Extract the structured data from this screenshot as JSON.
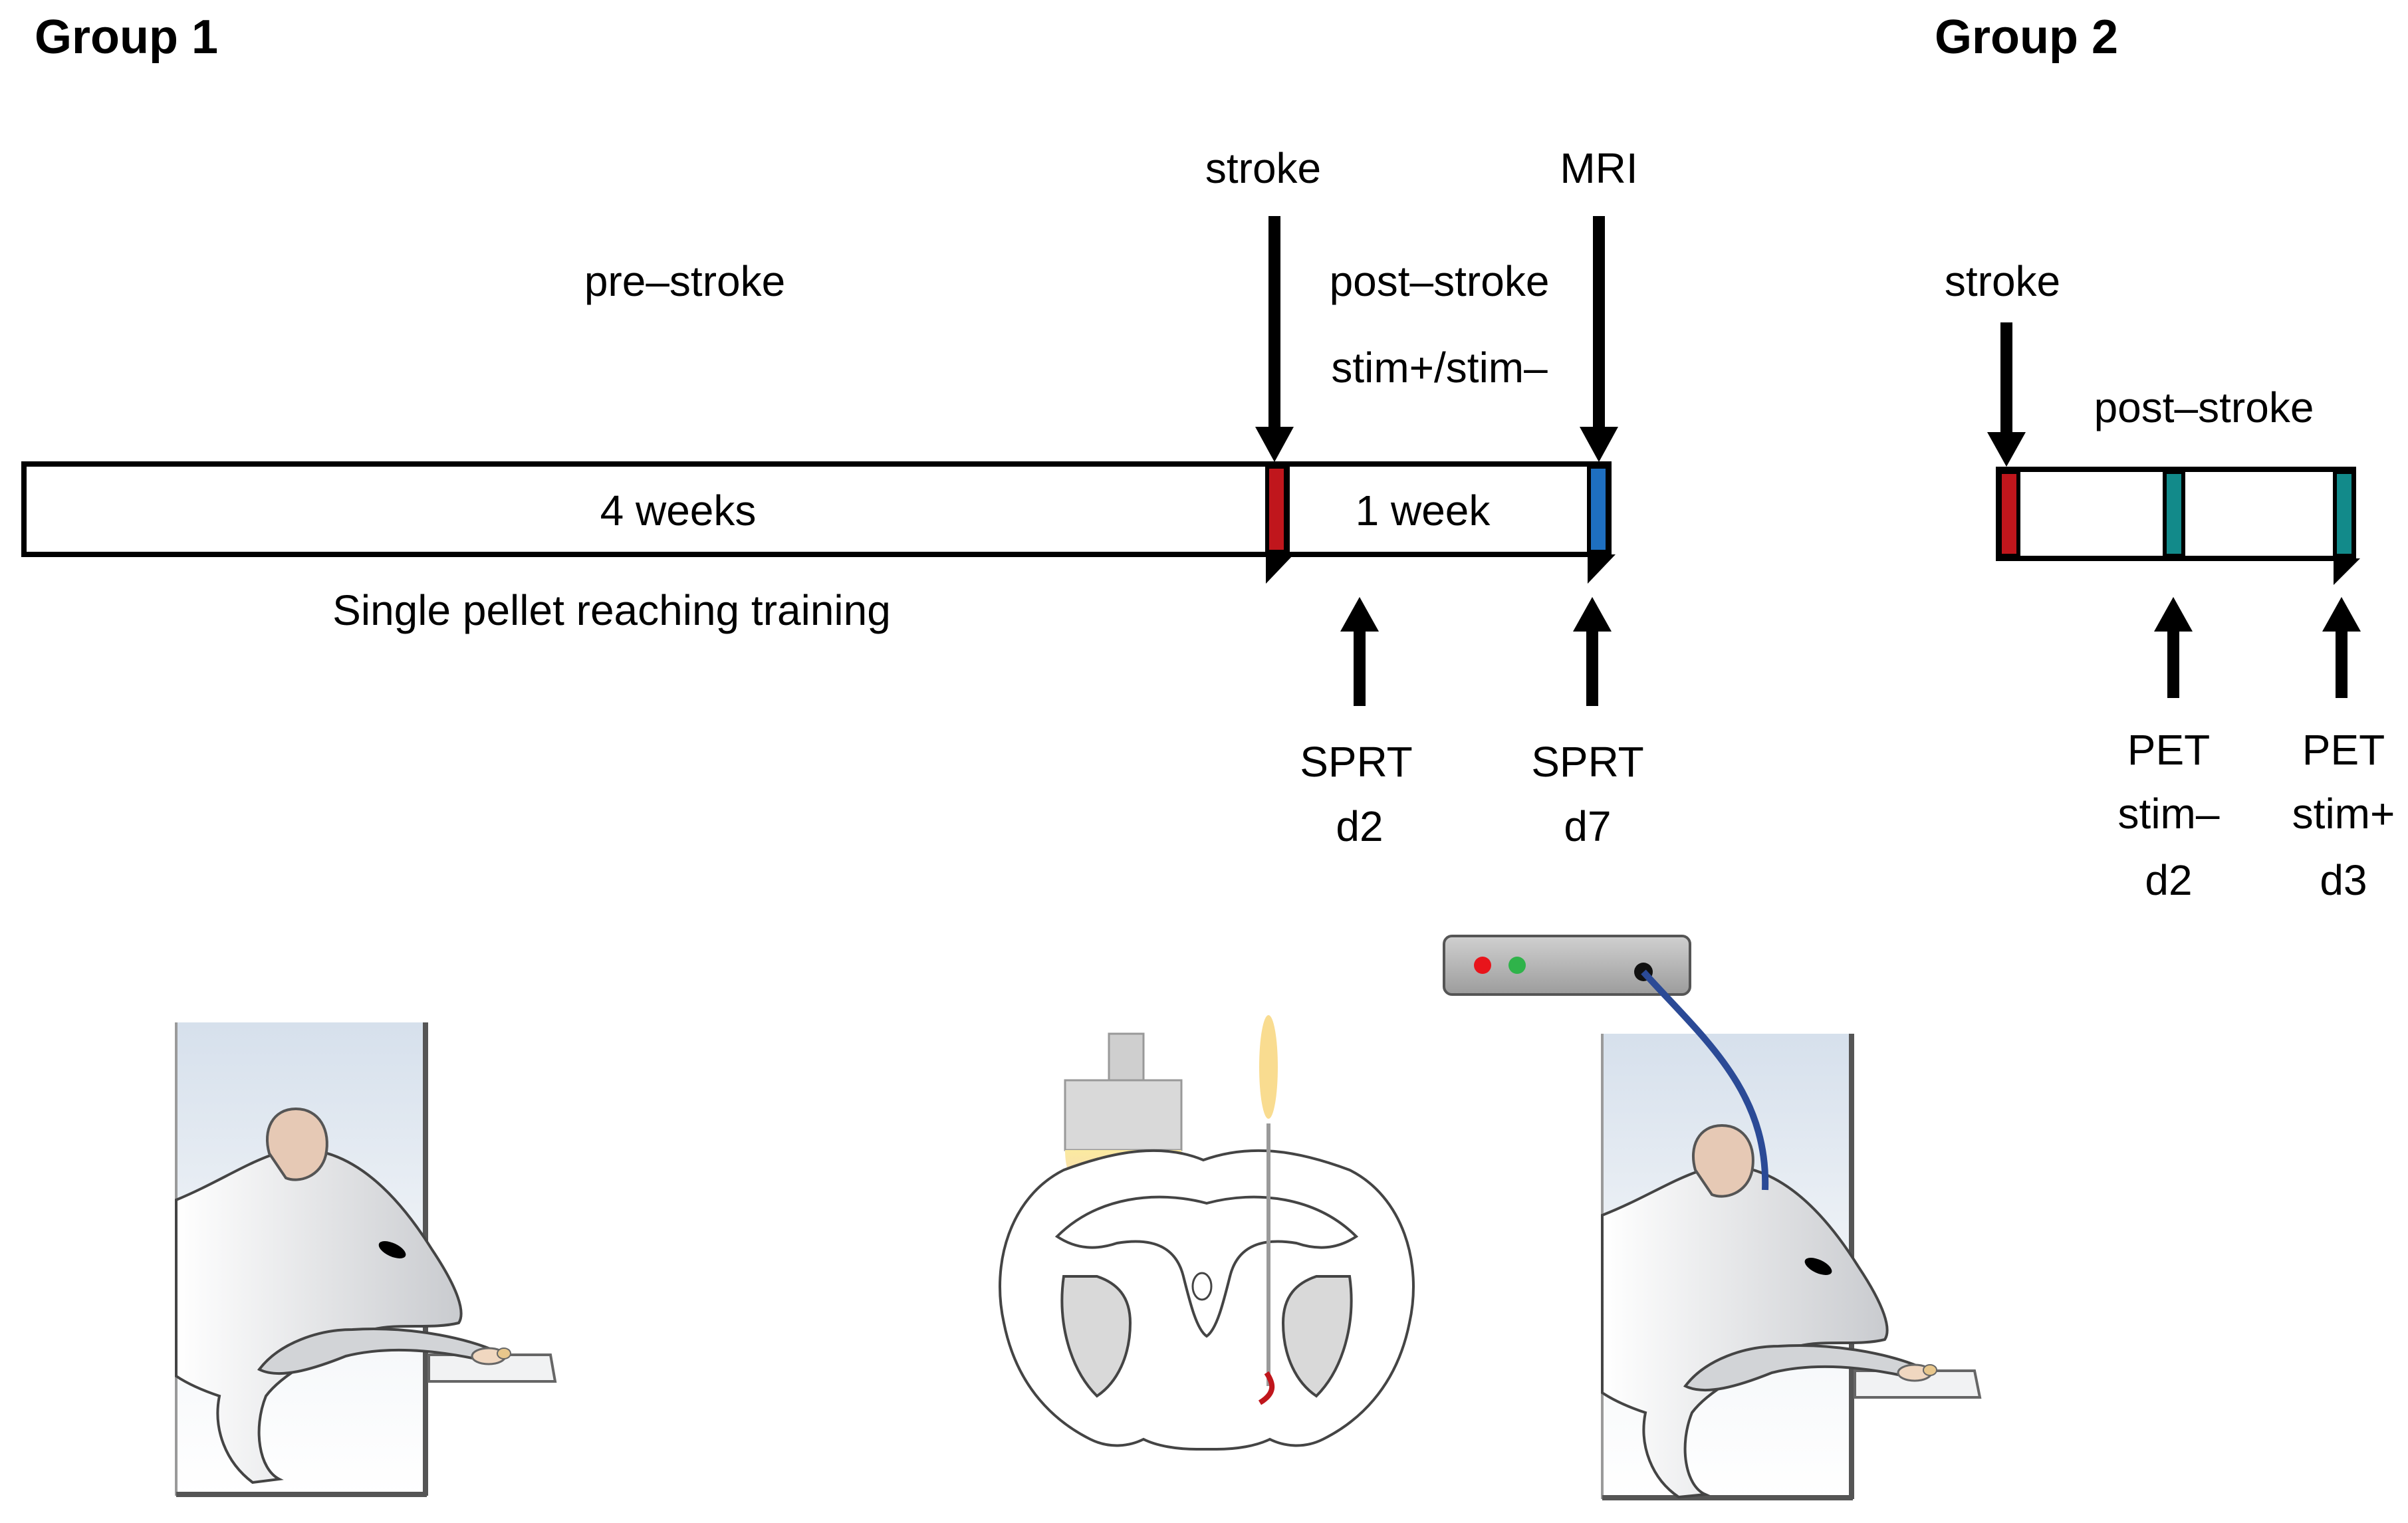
{
  "group1": {
    "title": "Group 1",
    "labels": {
      "stroke": "stroke",
      "mri": "MRI",
      "pre_stroke": "pre–stroke",
      "post_stroke": "post–stroke",
      "stim": "stim+/stim–",
      "duration_training": "4 weeks",
      "duration_post": "1 week",
      "training": "Single pellet reaching training",
      "sprt1_line1": "SPRT",
      "sprt1_line2": "d2",
      "sprt2_line1": "SPRT",
      "sprt2_line2": "d7"
    }
  },
  "group2": {
    "title": "Group 2",
    "labels": {
      "stroke": "stroke",
      "post_stroke": "post–stroke",
      "pet1_line1": "PET",
      "pet1_line2": "stim–",
      "pet1_line3": "d2",
      "pet2_line1": "PET",
      "pet2_line2": "stim+",
      "pet2_line3": "d3"
    }
  },
  "colors": {
    "stroke_marker": "#c0161c",
    "mri_marker": "#1e6fc0",
    "pet_marker": "#128a8a",
    "cable": "#2b4a96",
    "led_red": "#e8141b",
    "led_green": "#2fb34a"
  }
}
